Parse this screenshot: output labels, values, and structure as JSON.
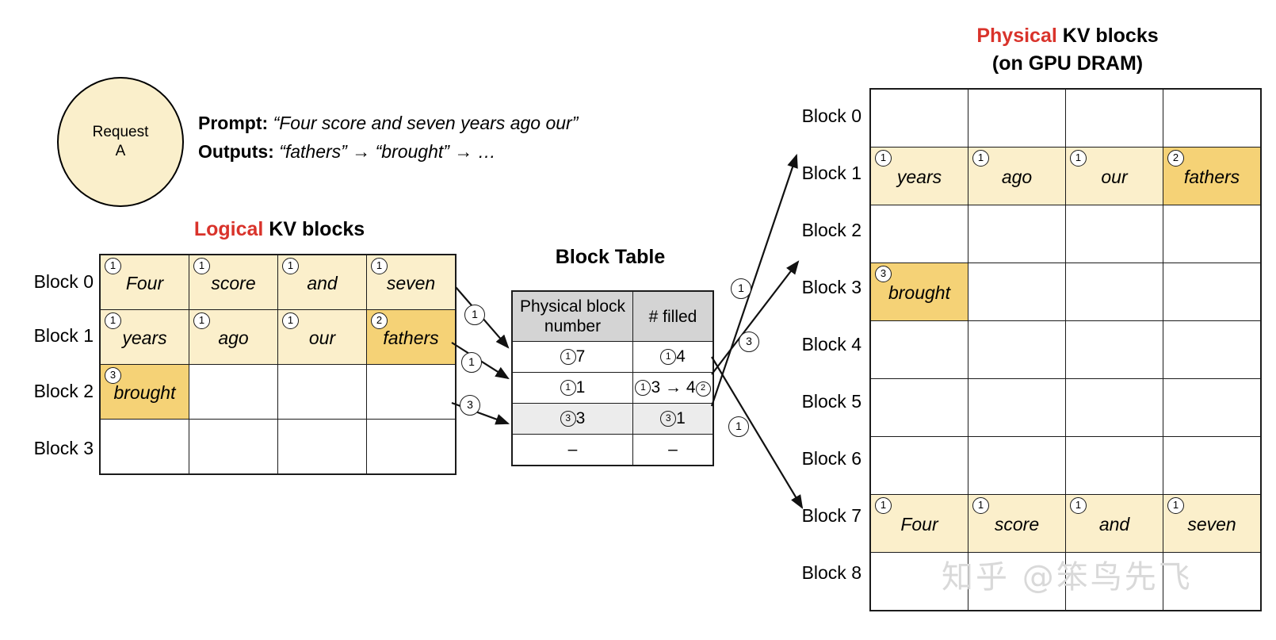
{
  "request": {
    "line1": "Request",
    "line2": "A"
  },
  "prompt": {
    "prompt_label": "Prompt:",
    "prompt_text": "“Four score and seven years ago our”",
    "outputs_label": "Outputs:",
    "outputs_text": "“fathers” → “brought” → …"
  },
  "logical": {
    "title_accent": "Logical",
    "title_rest": " KV blocks",
    "row_labels": [
      "Block 0",
      "Block 1",
      "Block 2",
      "Block 3"
    ],
    "rows": [
      [
        {
          "word": "Four",
          "num": "1",
          "fill": "light"
        },
        {
          "word": "score",
          "num": "1",
          "fill": "light"
        },
        {
          "word": "and",
          "num": "1",
          "fill": "light"
        },
        {
          "word": "seven",
          "num": "1",
          "fill": "light"
        }
      ],
      [
        {
          "word": "years",
          "num": "1",
          "fill": "light"
        },
        {
          "word": "ago",
          "num": "1",
          "fill": "light"
        },
        {
          "word": "our",
          "num": "1",
          "fill": "light"
        },
        {
          "word": "fathers",
          "num": "2",
          "fill": "dark"
        }
      ],
      [
        {
          "word": "brought",
          "num": "3",
          "fill": "dark"
        },
        {
          "word": "",
          "num": "",
          "fill": "none"
        },
        {
          "word": "",
          "num": "",
          "fill": "none"
        },
        {
          "word": "",
          "num": "",
          "fill": "none"
        }
      ],
      [
        {
          "word": "",
          "num": "",
          "fill": "none"
        },
        {
          "word": "",
          "num": "",
          "fill": "none"
        },
        {
          "word": "",
          "num": "",
          "fill": "none"
        },
        {
          "word": "",
          "num": "",
          "fill": "none"
        }
      ]
    ]
  },
  "block_table": {
    "title": "Block Table",
    "headers": [
      "Physical block number",
      "# filled"
    ],
    "rows": [
      {
        "phys_num": "7",
        "phys_tag": "1",
        "filled": "4",
        "filled_tag": "1",
        "shade": false
      },
      {
        "phys_num": "1",
        "phys_tag": "1",
        "filled": "3 → 4",
        "filled_tag": "1",
        "filled_tag2": "2",
        "shade": false
      },
      {
        "phys_num": "3",
        "phys_tag": "3",
        "filled": "1",
        "filled_tag": "3",
        "shade": true
      },
      {
        "phys_num": "–",
        "phys_tag": "",
        "filled": "–",
        "filled_tag": "",
        "shade": false
      }
    ]
  },
  "physical": {
    "title_accent": "Physical",
    "title_rest": " KV blocks",
    "subtitle": "(on GPU DRAM)",
    "row_labels": [
      "Block 0",
      "Block 1",
      "Block 2",
      "Block 3",
      "Block 4",
      "Block 5",
      "Block 6",
      "Block 7",
      "Block 8"
    ],
    "rows": [
      [
        {
          "word": "",
          "num": "",
          "fill": "none"
        },
        {
          "word": "",
          "num": "",
          "fill": "none"
        },
        {
          "word": "",
          "num": "",
          "fill": "none"
        },
        {
          "word": "",
          "num": "",
          "fill": "none"
        }
      ],
      [
        {
          "word": "years",
          "num": "1",
          "fill": "light"
        },
        {
          "word": "ago",
          "num": "1",
          "fill": "light"
        },
        {
          "word": "our",
          "num": "1",
          "fill": "light"
        },
        {
          "word": "fathers",
          "num": "2",
          "fill": "dark"
        }
      ],
      [
        {
          "word": "",
          "num": "",
          "fill": "none"
        },
        {
          "word": "",
          "num": "",
          "fill": "none"
        },
        {
          "word": "",
          "num": "",
          "fill": "none"
        },
        {
          "word": "",
          "num": "",
          "fill": "none"
        }
      ],
      [
        {
          "word": "brought",
          "num": "3",
          "fill": "dark"
        },
        {
          "word": "",
          "num": "",
          "fill": "none"
        },
        {
          "word": "",
          "num": "",
          "fill": "none"
        },
        {
          "word": "",
          "num": "",
          "fill": "none"
        }
      ],
      [
        {
          "word": "",
          "num": "",
          "fill": "none"
        },
        {
          "word": "",
          "num": "",
          "fill": "none"
        },
        {
          "word": "",
          "num": "",
          "fill": "none"
        },
        {
          "word": "",
          "num": "",
          "fill": "none"
        }
      ],
      [
        {
          "word": "",
          "num": "",
          "fill": "none"
        },
        {
          "word": "",
          "num": "",
          "fill": "none"
        },
        {
          "word": "",
          "num": "",
          "fill": "none"
        },
        {
          "word": "",
          "num": "",
          "fill": "none"
        }
      ],
      [
        {
          "word": "",
          "num": "",
          "fill": "none"
        },
        {
          "word": "",
          "num": "",
          "fill": "none"
        },
        {
          "word": "",
          "num": "",
          "fill": "none"
        },
        {
          "word": "",
          "num": "",
          "fill": "none"
        }
      ],
      [
        {
          "word": "Four",
          "num": "1",
          "fill": "light"
        },
        {
          "word": "score",
          "num": "1",
          "fill": "light"
        },
        {
          "word": "and",
          "num": "1",
          "fill": "light"
        },
        {
          "word": "seven",
          "num": "1",
          "fill": "light"
        }
      ],
      [
        {
          "word": "",
          "num": "",
          "fill": "none"
        },
        {
          "word": "",
          "num": "",
          "fill": "none"
        },
        {
          "word": "",
          "num": "",
          "fill": "none"
        },
        {
          "word": "",
          "num": "",
          "fill": "none"
        }
      ]
    ]
  },
  "arrow_labels": {
    "left": [
      "1",
      "1",
      "3"
    ],
    "right": [
      "1",
      "3",
      "1"
    ]
  },
  "watermark": "知乎 @笨鸟先飞",
  "colors": {
    "accent": "#D9332B",
    "fill_light": "#FBEFCB",
    "fill_dark": "#F5D276",
    "header_gray": "#D4D4D4"
  }
}
